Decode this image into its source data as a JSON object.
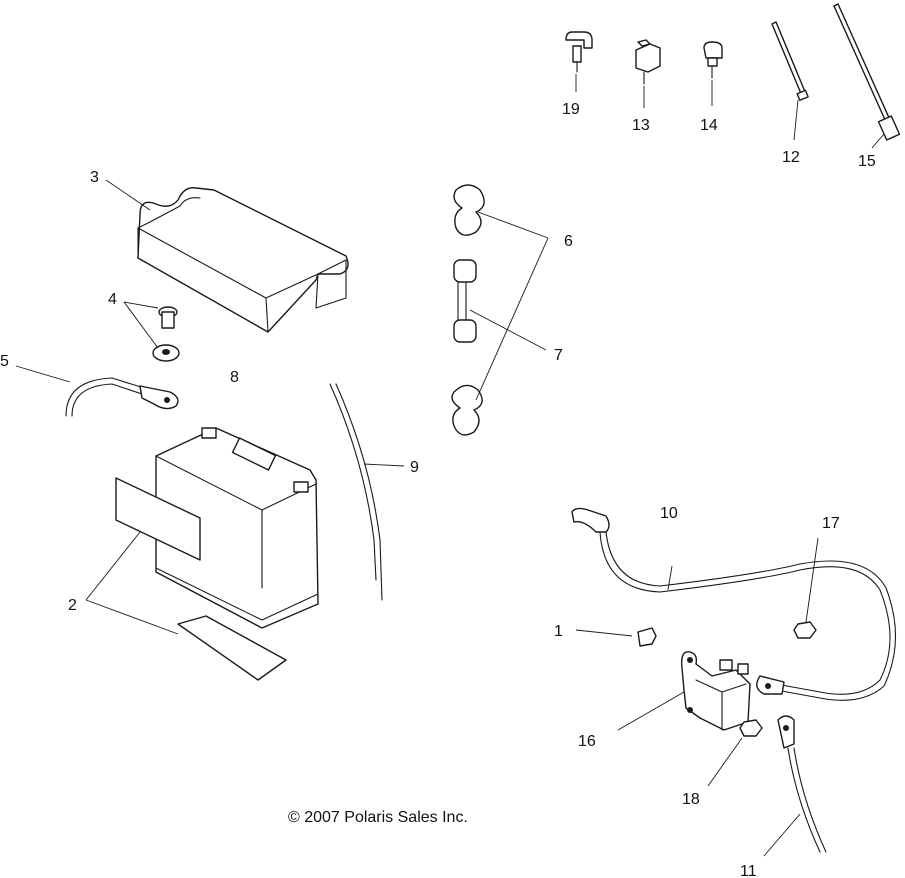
{
  "callouts": {
    "c1": "1",
    "c2": "2",
    "c3": "3",
    "c4": "4",
    "c5": "5",
    "c6": "6",
    "c7": "7",
    "c8": "8",
    "c9": "9",
    "c10": "10",
    "c11": "11",
    "c12": "12",
    "c13": "13",
    "c14": "14",
    "c15": "15",
    "c16": "16",
    "c17": "17",
    "c18": "18",
    "c19": "19"
  },
  "copyright": "© 2007 Polaris Sales Inc."
}
